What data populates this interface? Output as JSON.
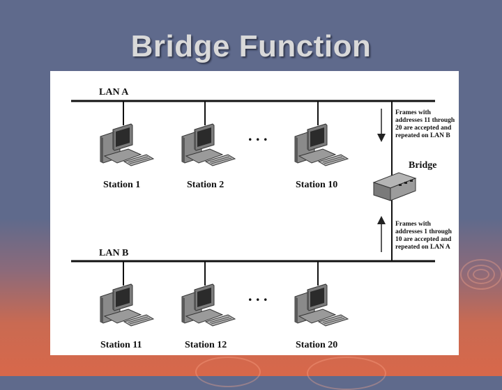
{
  "slide": {
    "title": "Bridge Function"
  },
  "diagram": {
    "lan_a_label": "LAN A",
    "lan_b_label": "LAN B",
    "bridge_label": "Bridge",
    "ellipsis": ". . .",
    "stations_a": [
      "Station 1",
      "Station 2",
      "Station 10"
    ],
    "stations_b": [
      "Station 11",
      "Station 12",
      "Station 20"
    ],
    "note_to_b": [
      "Frames with",
      "addresses 11 through",
      "20 are accepted and",
      "repeated on LAN B"
    ],
    "note_to_a": [
      "Frames with",
      "addresses 1 through",
      "10 are accepted and",
      "repeated on LAN A"
    ]
  }
}
